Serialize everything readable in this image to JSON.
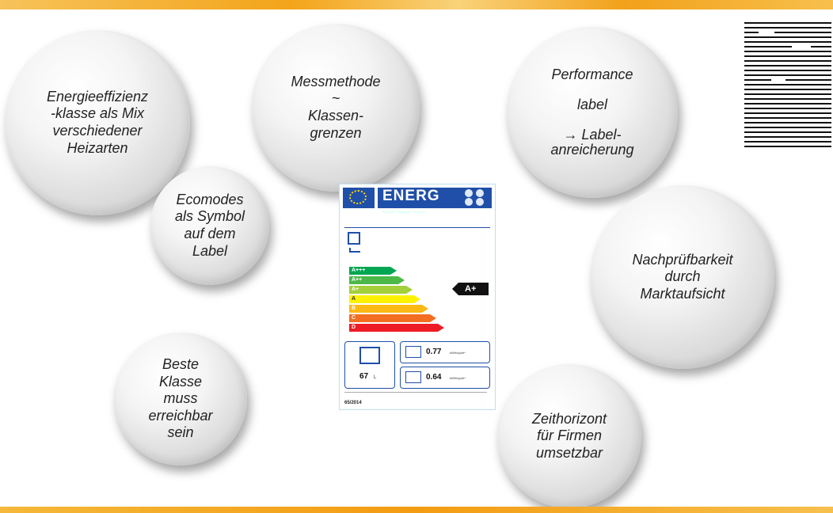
{
  "bubbles": {
    "energy_class": "Energieeffizienz\n-klasse als Mix\nverschiedener\nHeizarten",
    "measurement": "Messmethode\n~\nKlassen-\ngrenzen",
    "performance": "Performance\n\nlabel\n\n→ Label-\nanreicherung",
    "ecomodes": "Ecomodes\nals Symbol\nauf dem\nLabel",
    "verifiability": "Nachprüfbarkeit\ndurch\nMarktaufsicht",
    "best_class": "Beste\nKlasse\nmuss\nerreichbar\nsein",
    "time_horizon": "Zeithorizont\nfür Firmen\numsetzbar"
  },
  "energy_label": {
    "header": "ENERG",
    "header_sub": "Energia · Ενέργεια · энергия",
    "class_bars": [
      "A+++",
      "A++",
      "A+",
      "A",
      "B",
      "C",
      "D"
    ],
    "bar_colors": [
      "#00a651",
      "#4cb848",
      "#a3cf3a",
      "#fff200",
      "#fcb813",
      "#f36e21",
      "#ed1c24"
    ],
    "rating": "A+",
    "volume": "67",
    "volume_unit": "L",
    "consumption_1": "0.77",
    "consumption_2": "0.64",
    "consumption_unit": "kWh/cycle*",
    "regulation": "65/2014"
  }
}
